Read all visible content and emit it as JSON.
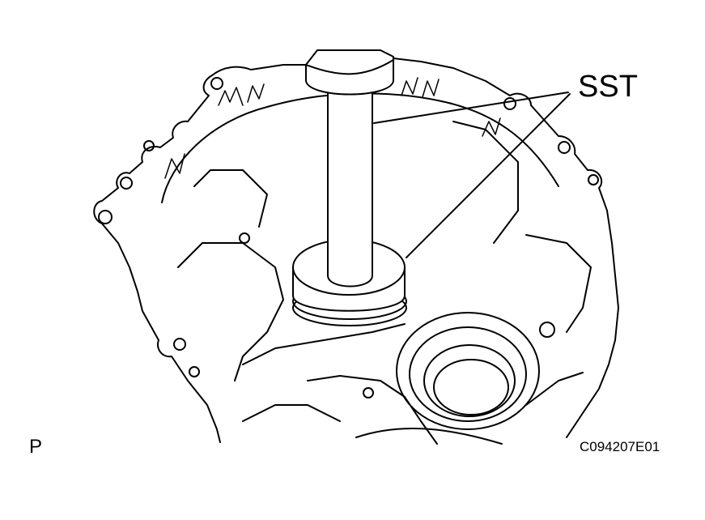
{
  "figure": {
    "callout_label": "SST",
    "corner_left_label": "P",
    "figure_code": "C094207E01"
  },
  "colors": {
    "line": "#000000",
    "background": "#ffffff"
  }
}
